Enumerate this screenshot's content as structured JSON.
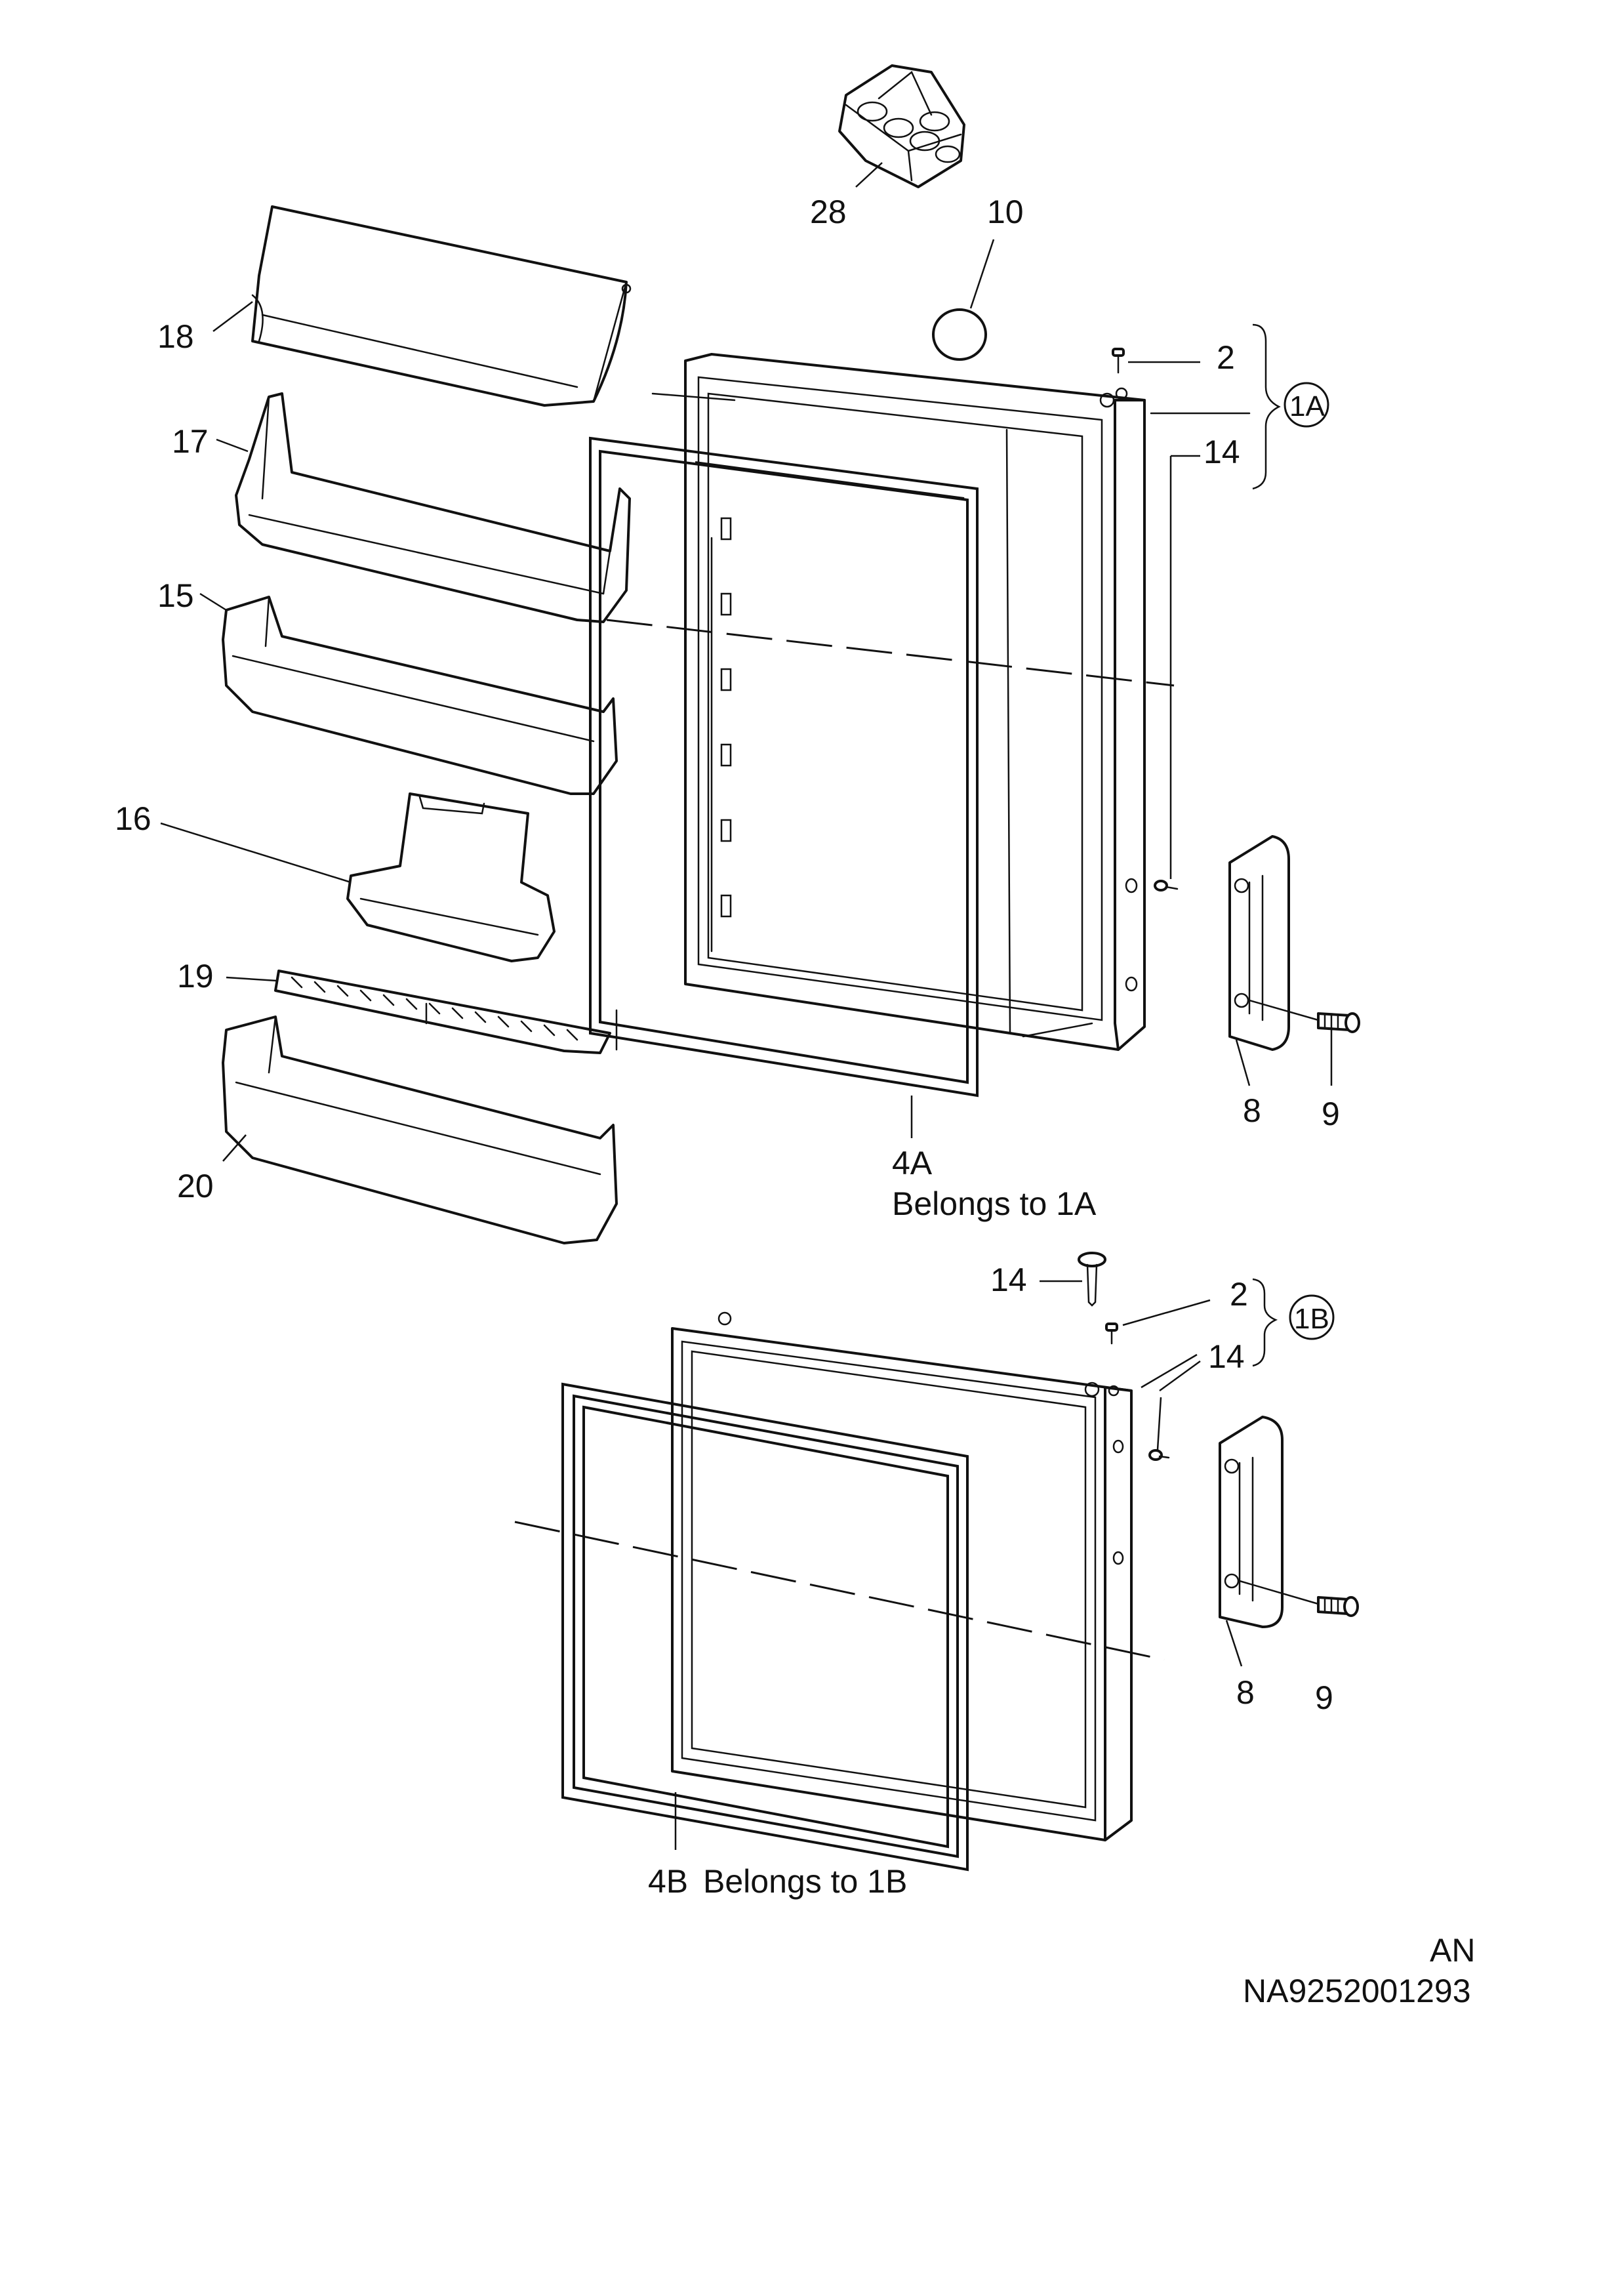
{
  "labels": {
    "p28": "28",
    "p10": "10",
    "p18": "18",
    "p17": "17",
    "p15": "15",
    "p16": "16",
    "p19": "19",
    "p20": "20",
    "p2a": "2",
    "p1a": "1A",
    "p14a": "14",
    "p8a": "8",
    "p9a": "9",
    "p4a": "4A",
    "p4a_note": "Belongs to 1A",
    "p14b_top": "14",
    "p2b": "2",
    "p1b": "1B",
    "p14b": "14",
    "p8b": "8",
    "p9b": "9",
    "p4b": "4B",
    "p4b_note": "Belongs to 1B"
  },
  "footer": {
    "code": "AN",
    "number": "NA9252001293"
  }
}
